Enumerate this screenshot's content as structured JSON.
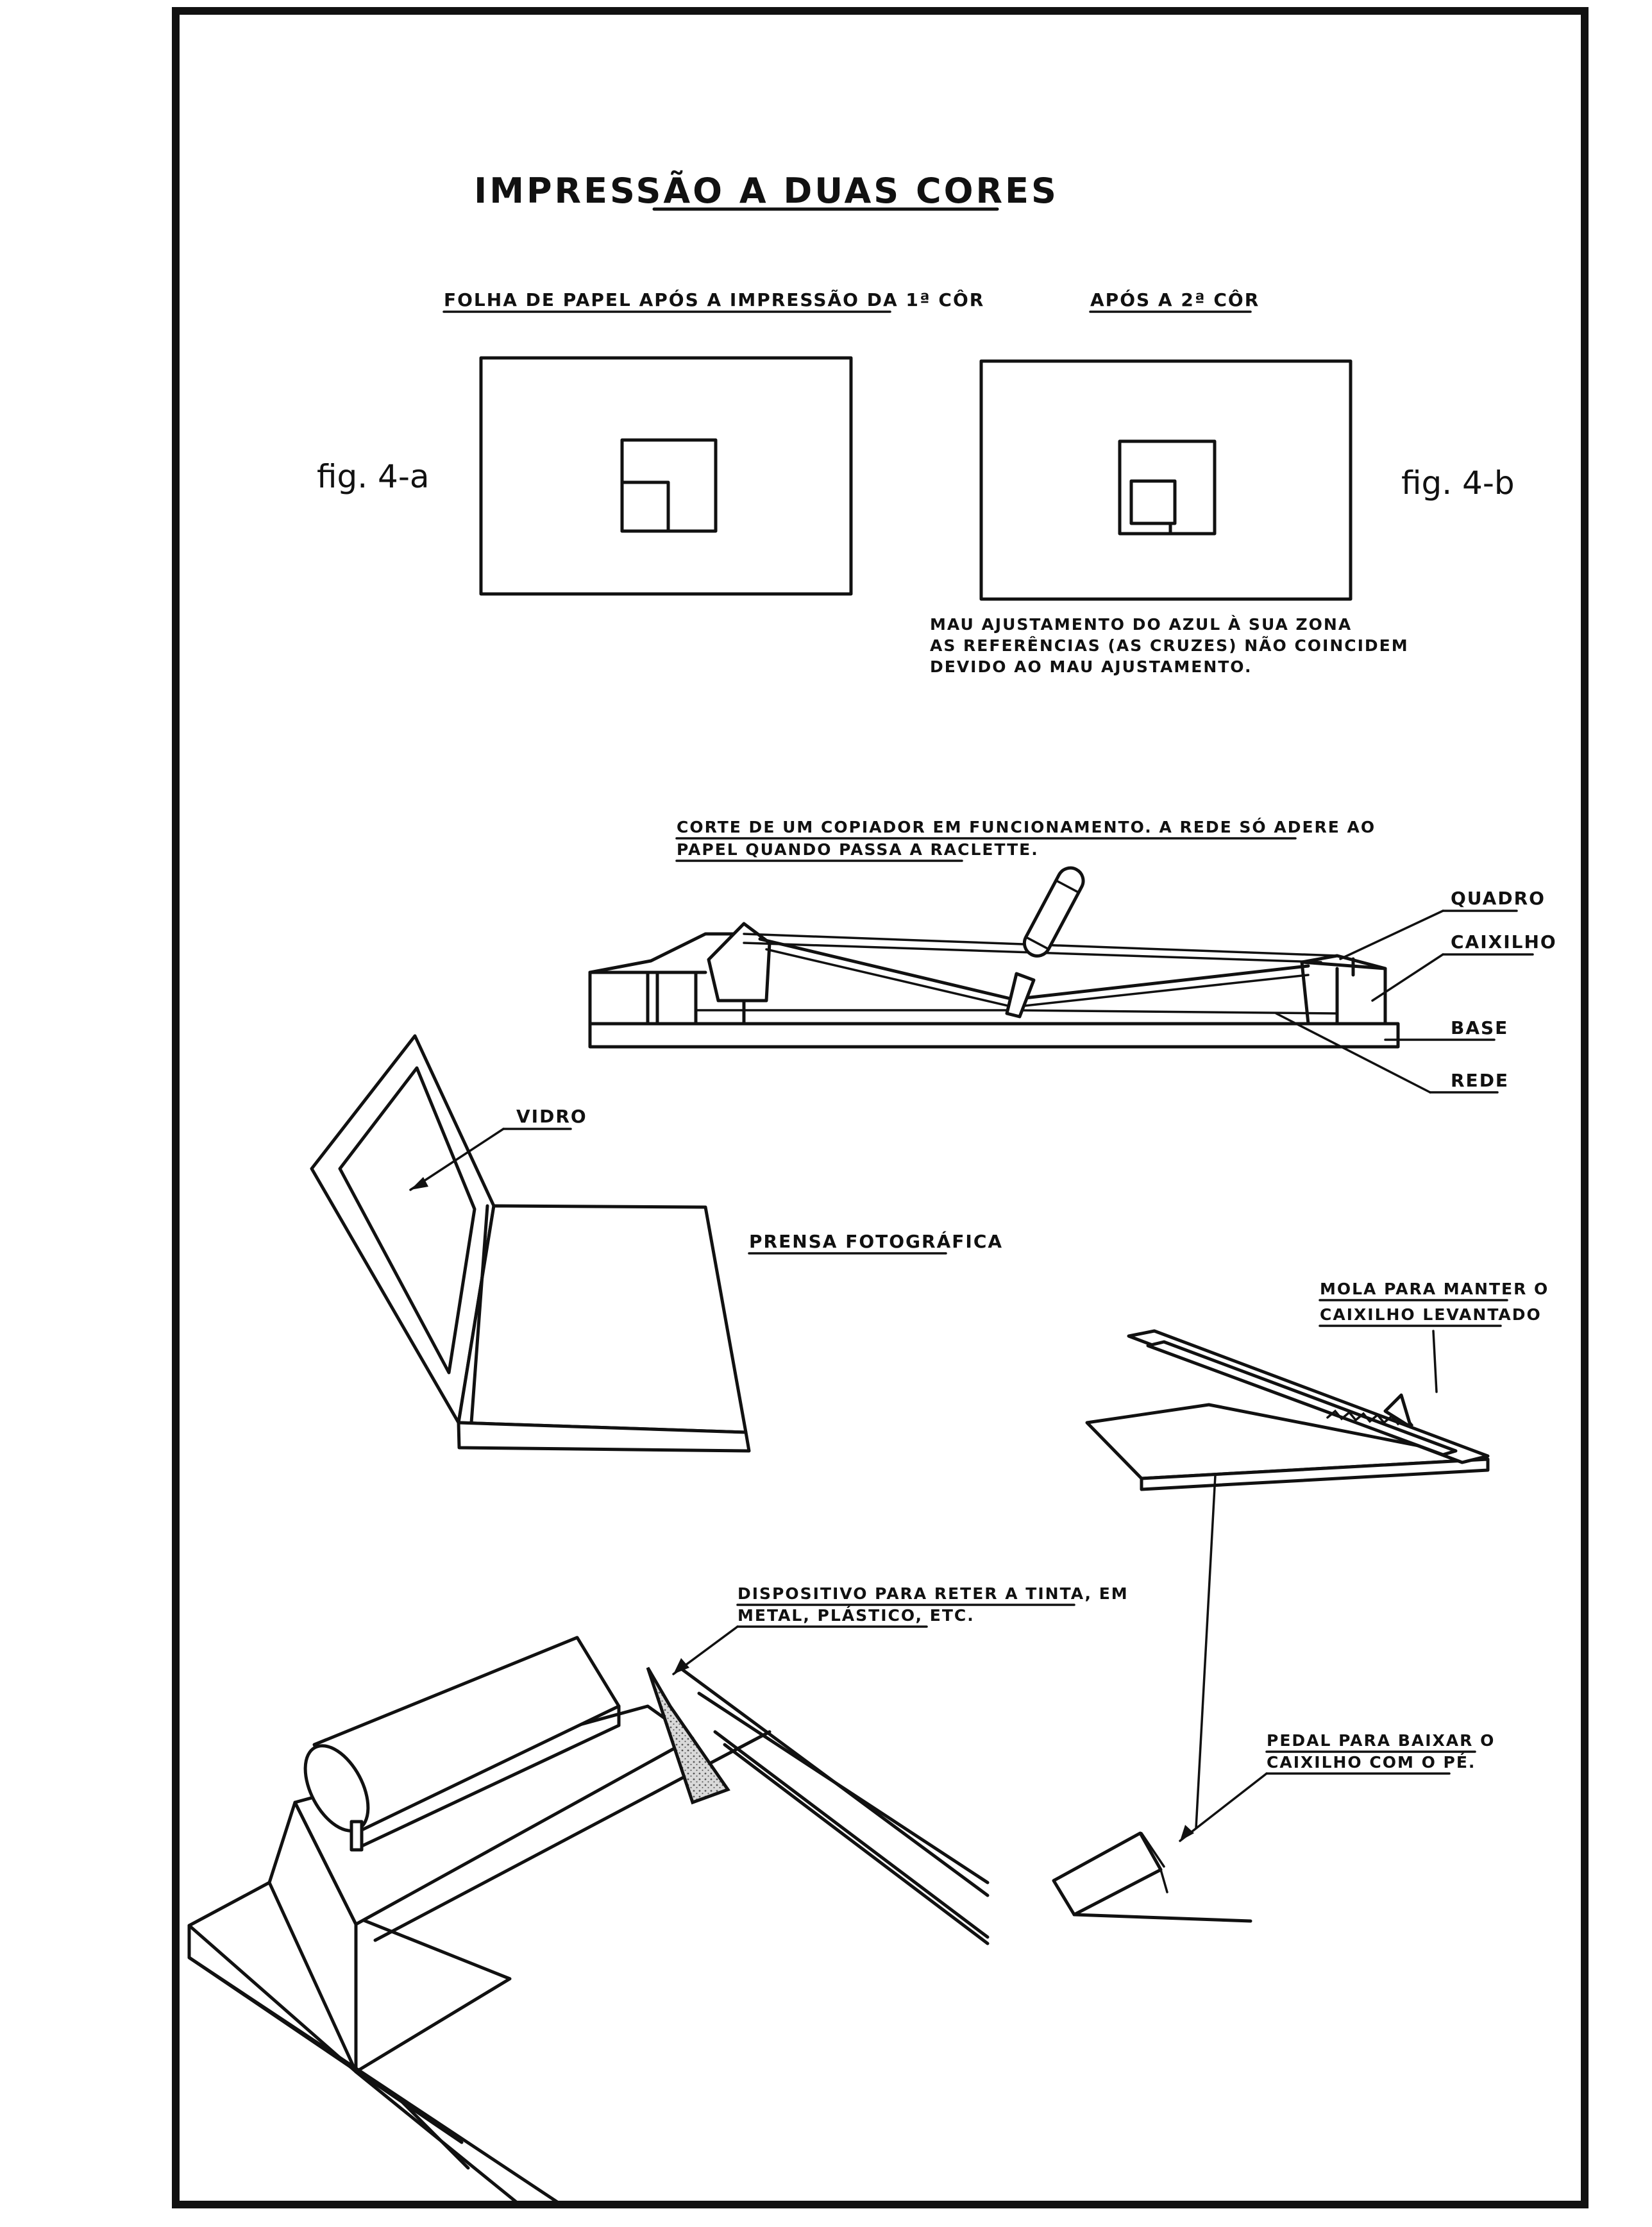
{
  "title": "IMPRESSÃO A DUAS CORES",
  "figure_a": {
    "caption": "FOLHA DE PAPEL APÓS A IMPRESSÃO DA 1ª CÔR",
    "label": "fig. 4-a"
  },
  "figure_b": {
    "caption": "APÓS A 2ª CÔR",
    "label": "fig. 4-b",
    "note_lines": [
      "MAU AJUSTAMENTO DO AZUL À SUA ZONA",
      "AS REFERÊNCIAS (AS CRUZES) NÃO COINCIDEM",
      "DEVIDO AO MAU AJUSTAMENTO."
    ]
  },
  "section_copier": {
    "caption_lines": [
      "CORTE DE UM COPIADOR EM FUNCIONAMENTO. A REDE SÓ ADERE AO",
      "PAPEL QUANDO PASSA A RACLETTE."
    ],
    "labels": {
      "quadro": "QUADRO",
      "caixilho": "CAIXILHO",
      "base": "BASE",
      "rede": "REDE"
    }
  },
  "section_press": {
    "vidro_label": "VIDRO",
    "caption": "PRENSA FOTOGRÁFICA"
  },
  "section_spring": {
    "caption_lines": [
      "MOLA PARA MANTER O",
      "CAIXILHO LEVANTADO"
    ]
  },
  "section_ink": {
    "caption_lines": [
      "DISPOSITIVO PARA RETER A TINTA, EM",
      "METAL, PLÁSTICO, ETC."
    ]
  },
  "section_pedal": {
    "caption_lines": [
      "PEDAL PARA BAIXAR O",
      "CAIXILHO COM O PÉ."
    ]
  }
}
